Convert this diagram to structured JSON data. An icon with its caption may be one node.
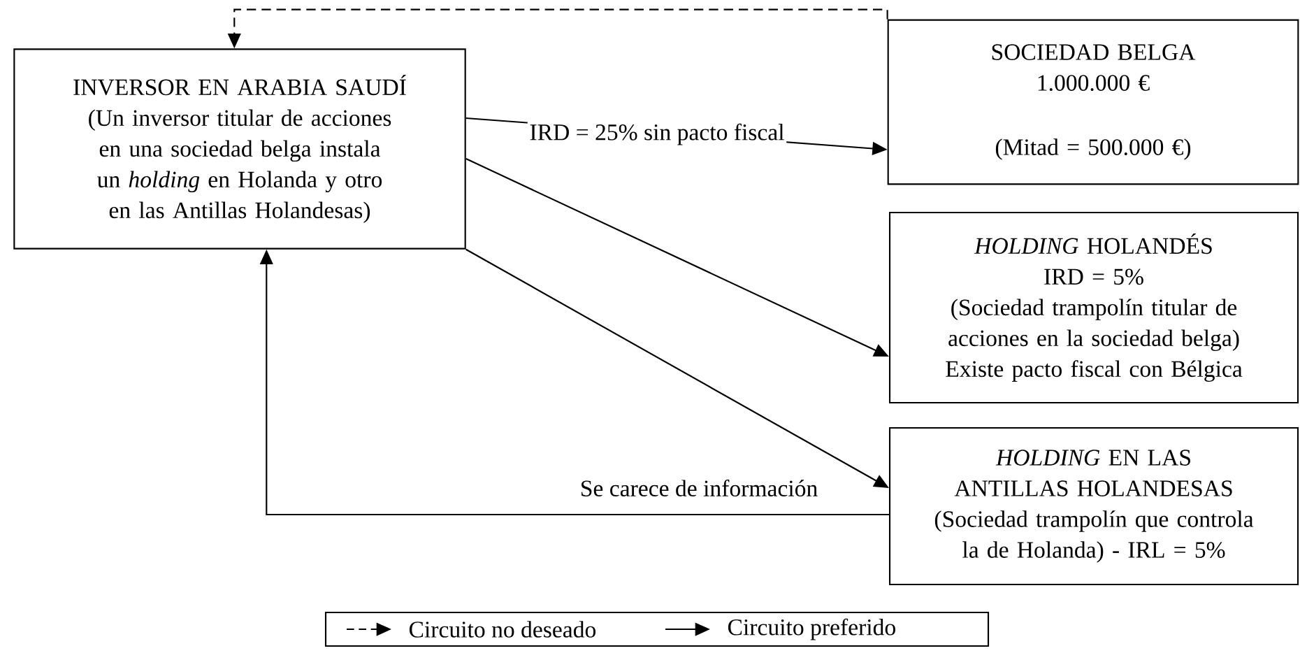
{
  "diagram": {
    "nodes": [
      {
        "text": [
          "INVERSOR EN ARABIA SAUDÍ",
          "(Un inversor titular de acciones en una sociedad belga instala un *holding* en Holanda y otro en las Antillas Holandesas)"
        ]
      },
      {
        "text": [
          "SOCIEDAD BELGA",
          "1.000.000 €",
          "(Mitad = 500.000 €)"
        ]
      },
      {
        "text": [
          "*HOLDING* HOLANDÉS",
          "IRD = 5%",
          "(Sociedad trampolín titular de acciones en la sociedad belga)",
          "Existe pacto fiscal con Bélgica"
        ]
      },
      {
        "text": [
          "*HOLDING* EN LAS ANTILLAS HOLANDESAS",
          "(Sociedad trampolín que controla la de Holanda) - IRL = 5%"
        ]
      }
    ],
    "edges": [
      {
        "from": 0,
        "to": 1,
        "arrow": "to",
        "label": "IRD = 25% sin pacto fiscal"
      },
      {
        "from": 0,
        "to": 2,
        "arrow": "to"
      },
      {
        "from": 0,
        "to": 3,
        "arrow": "to"
      },
      {
        "from": 3,
        "to": 0,
        "arrow": "to",
        "label": "Se carece de información"
      },
      {
        "from": 1,
        "to": 0,
        "arrow": "to",
        "style": "dashed"
      }
    ],
    "legend": [
      {
        "text": "Circuito no deseado"
      },
      {
        "text": "Circuito preferido"
      }
    ]
  }
}
